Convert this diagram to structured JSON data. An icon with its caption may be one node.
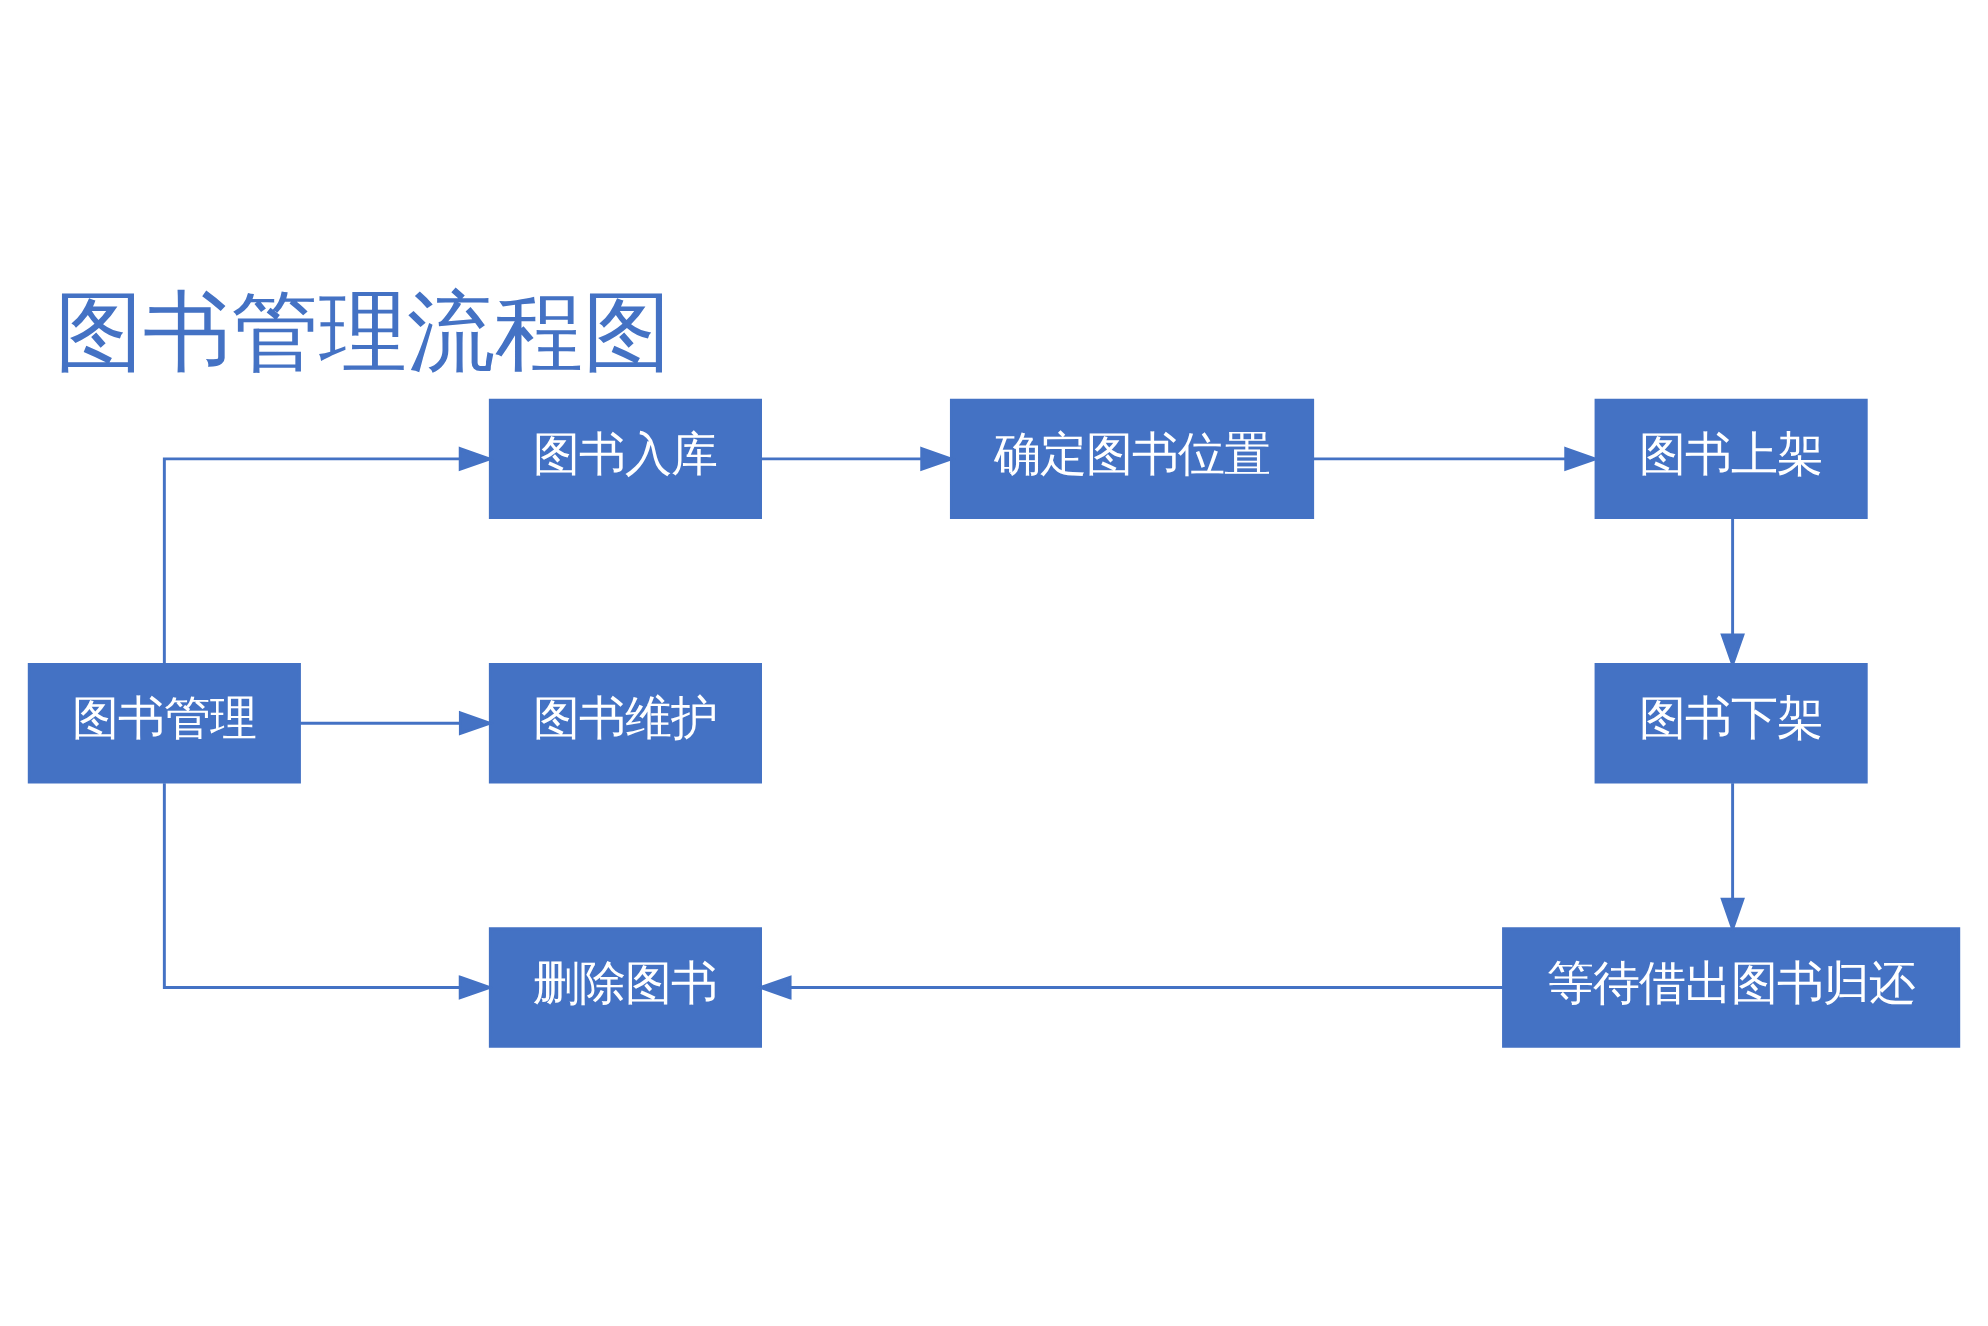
{
  "diagram": {
    "title": "图书管理流程图",
    "nodes": [
      {
        "text": [
          "图书管理"
        ]
      },
      {
        "text": [
          "图书入库"
        ]
      },
      {
        "text": [
          "确定图书位置"
        ]
      },
      {
        "text": [
          "图书上架"
        ]
      },
      {
        "text": [
          "图书维护"
        ]
      },
      {
        "text": [
          "图书下架"
        ]
      },
      {
        "text": [
          "删除图书"
        ]
      },
      {
        "text": [
          "等待借出图书归还"
        ]
      }
    ],
    "edges": [
      {
        "from": 0,
        "to": 1,
        "arrow": "to"
      },
      {
        "from": 0,
        "to": 4,
        "arrow": "to"
      },
      {
        "from": 0,
        "to": 6,
        "arrow": "to"
      },
      {
        "from": 1,
        "to": 2,
        "arrow": "to"
      },
      {
        "from": 2,
        "to": 3,
        "arrow": "to"
      },
      {
        "from": 3,
        "to": 5,
        "arrow": "to"
      },
      {
        "from": 5,
        "to": 7,
        "arrow": "to"
      },
      {
        "from": 7,
        "to": 6,
        "arrow": "to"
      }
    ]
  }
}
